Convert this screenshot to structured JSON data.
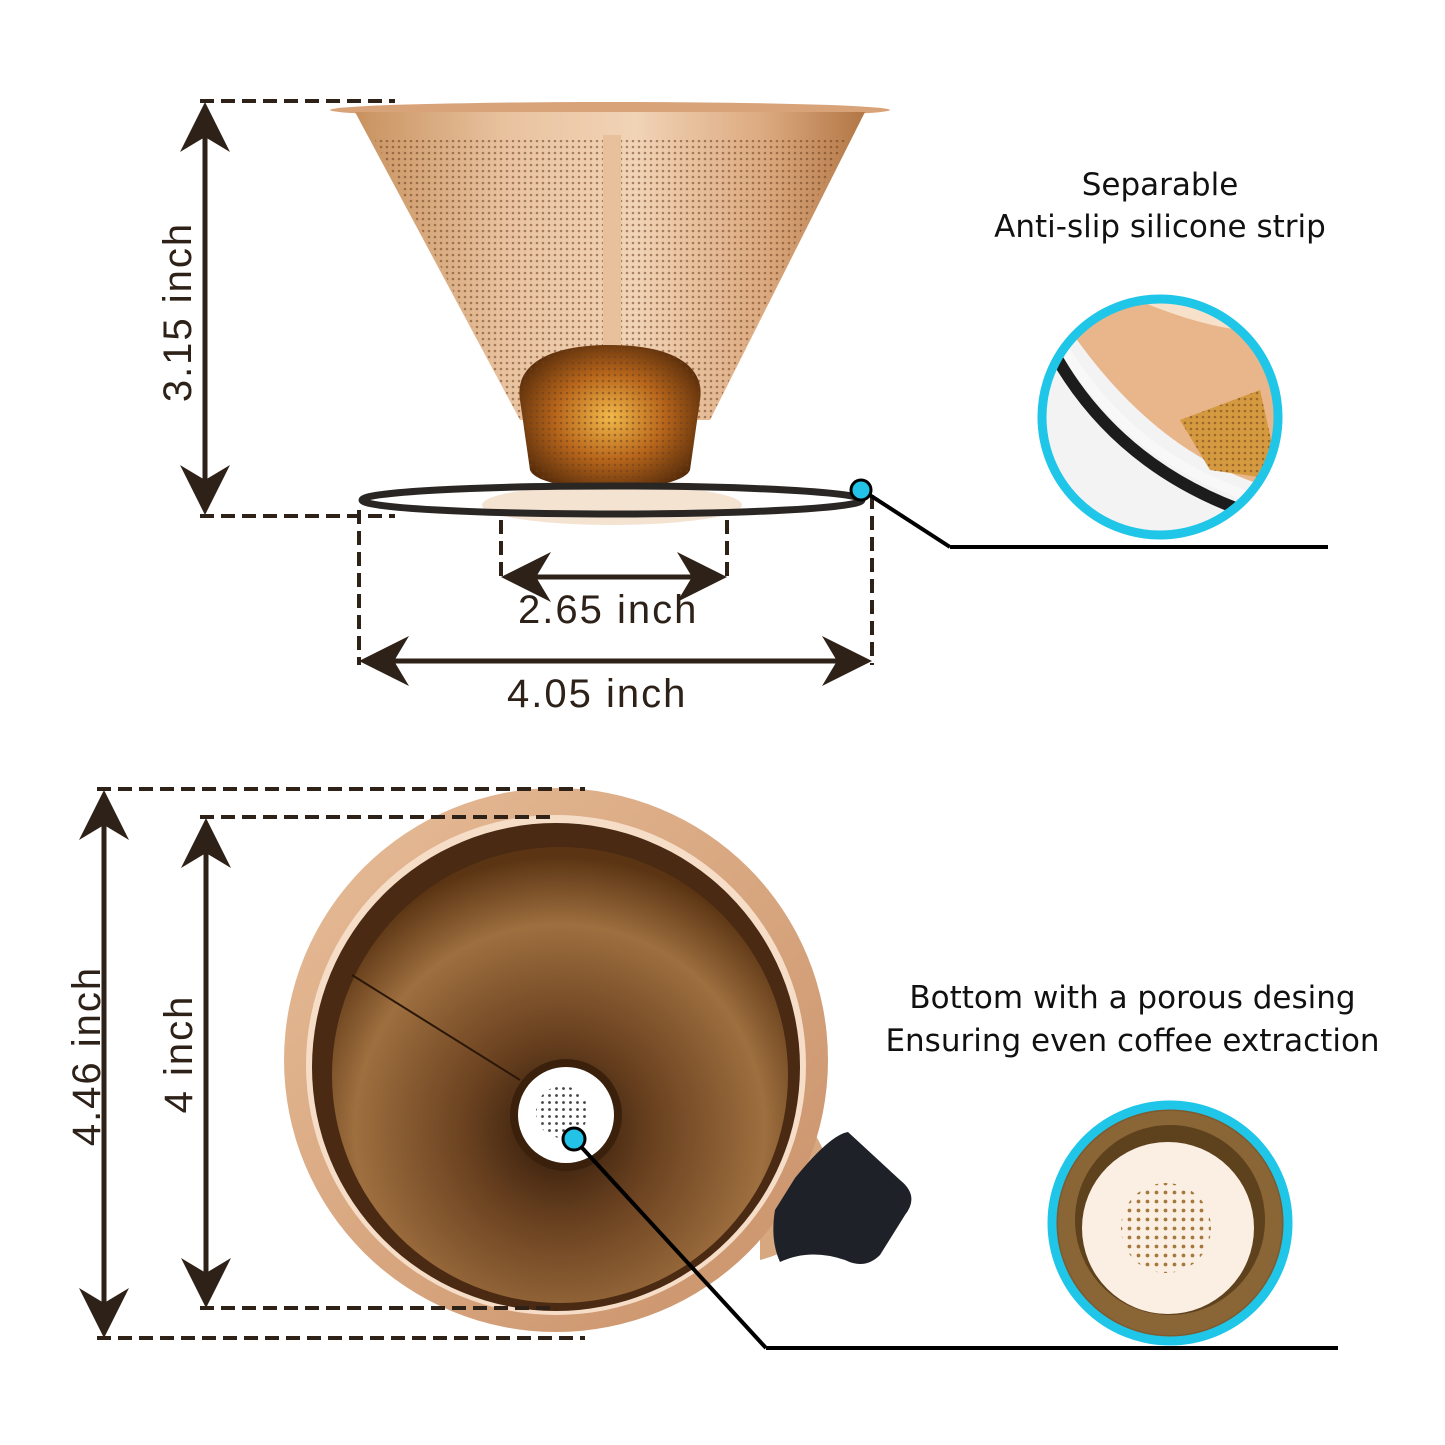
{
  "product": "Pour-over coffee dripper (stainless steel mesh cone, rose gold)",
  "top_view": {
    "height_label": "3.15 inch",
    "inner_base_width_label": "2.65 inch",
    "outer_base_width_label": "4.05 inch"
  },
  "bottom_view": {
    "outer_height_label": "4.46 inch",
    "inner_height_label": "4 inch"
  },
  "callouts": [
    {
      "id": "silicone-strip",
      "line1": "Separable",
      "line2": "Anti-slip silicone strip"
    },
    {
      "id": "porous-bottom",
      "line1": "Bottom with a porous desing",
      "line2": "Ensuring even coffee extraction"
    }
  ],
  "colors": {
    "background": "#ffffff",
    "dimension_line": "#2e2118",
    "callout_ring": "#1fc6e8",
    "callout_dot": "#22c3e6",
    "leader_line": "#000000",
    "rose_gold_light": "#e8b98f",
    "rose_gold_mid": "#b87a45",
    "bronze_dark": "#4a2a12",
    "silicone": "#2a2624",
    "handle_grip": "#1e2128"
  }
}
